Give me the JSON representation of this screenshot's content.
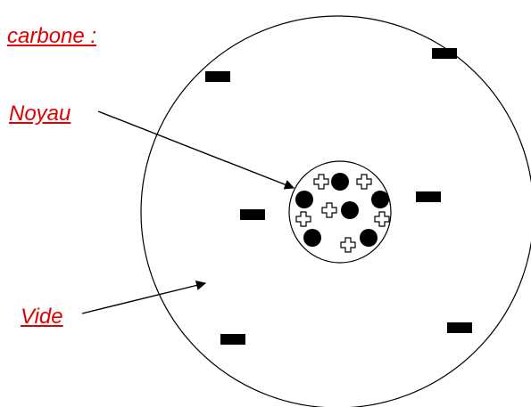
{
  "diagram": {
    "title": "carbone :",
    "labels": {
      "noyau": "Noyau",
      "vide": "Vide"
    },
    "particles": {
      "electrons": 6,
      "protons": 6,
      "neutrons": 6
    },
    "colors": {
      "label_text": "#e00000",
      "outline": "#000000",
      "electron": "#000000",
      "neutron": "#000000",
      "proton_fill": "#ffffff"
    }
  }
}
